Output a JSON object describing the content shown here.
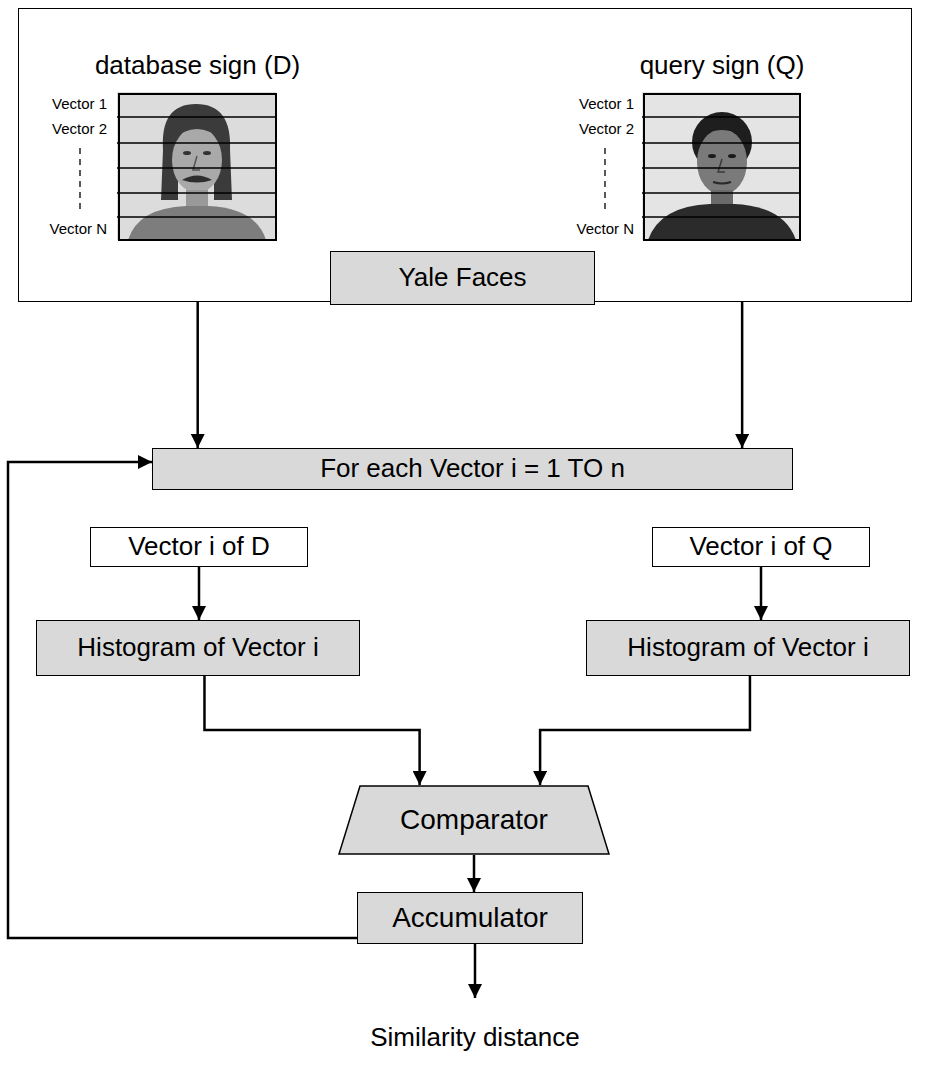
{
  "diagram": {
    "nodes": [
      {
        "text": [
          "Yale Faces"
        ]
      },
      {
        "text": [
          "database sign (D)"
        ],
        "in": 0
      },
      {
        "text": [
          "query sign (Q)"
        ],
        "in": 0
      },
      {
        "text": [
          "For each Vector i = 1 TO n"
        ]
      },
      {
        "text": [
          "Vector i of D"
        ]
      },
      {
        "text": [
          "Vector i of Q"
        ]
      },
      {
        "text": [
          "Histogram of Vector i"
        ]
      },
      {
        "text": [
          "Histogram of Vector i"
        ]
      },
      {
        "text": [
          "Comparator"
        ]
      },
      {
        "text": [
          "Accumulator"
        ]
      }
    ],
    "edges": [
      {
        "from": 0,
        "to": 3,
        "arrow": "to"
      },
      {
        "from": 0,
        "to": 3,
        "arrow": "to"
      },
      {
        "from": 4,
        "to": 6,
        "arrow": "to"
      },
      {
        "from": 5,
        "to": 7,
        "arrow": "to"
      },
      {
        "from": 6,
        "to": 8,
        "arrow": "to"
      },
      {
        "from": 7,
        "to": 8,
        "arrow": "to"
      },
      {
        "from": 8,
        "to": 9,
        "arrow": "to"
      },
      {
        "from": 9,
        "to": 3,
        "arrow": "to"
      }
    ],
    "labels": [
      "Vector 1",
      "Vector 2",
      "Vector N",
      "Vector 1",
      "Vector 2",
      "Vector N",
      "Similarity distance"
    ]
  }
}
